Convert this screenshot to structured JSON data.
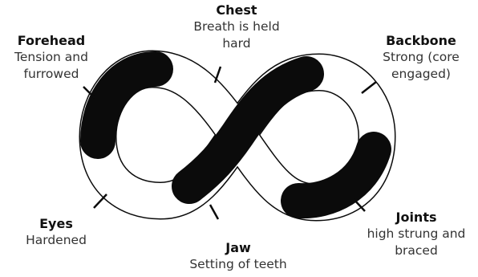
{
  "diagram": {
    "colors": {
      "ink": "#0b0b0b",
      "paper": "#ffffff"
    },
    "labels": {
      "chest": {
        "title": "Chest",
        "desc": "Breath is held\nhard"
      },
      "forehead": {
        "title": "Forehead",
        "desc": "Tension and\nfurrowed"
      },
      "backbone": {
        "title": "Backbone",
        "desc": "Strong (core\nengaged)"
      },
      "eyes": {
        "title": "Eyes",
        "desc": "Hardened"
      },
      "jaw": {
        "title": "Jaw",
        "desc": "Setting of teeth"
      },
      "joints": {
        "title": "Joints",
        "desc": "high strung and\nbraced"
      }
    }
  }
}
